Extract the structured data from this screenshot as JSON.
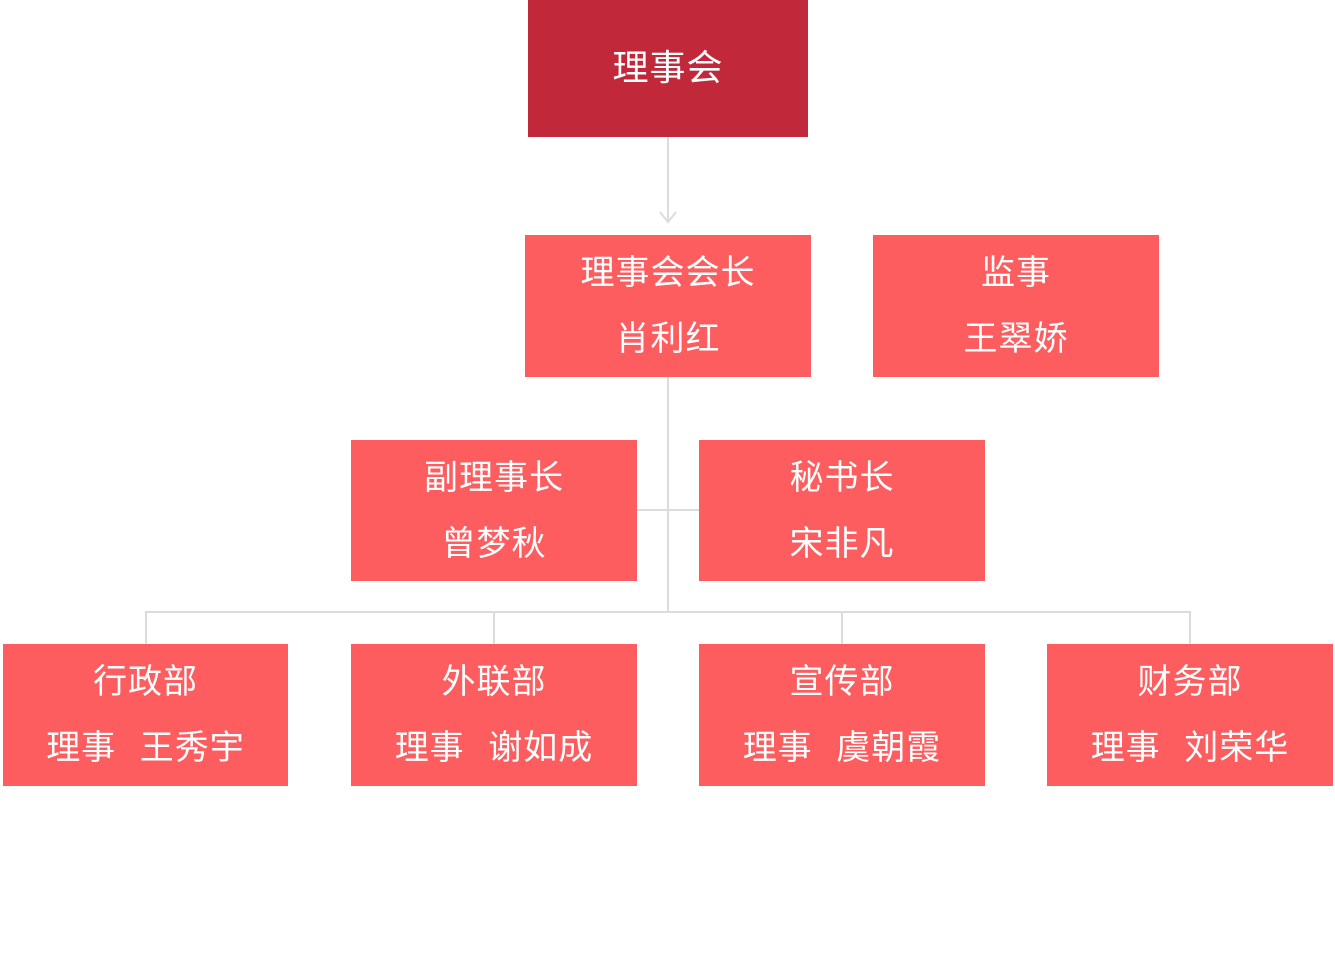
{
  "council": {
    "title": "理事会"
  },
  "president": {
    "title": "理事会会长",
    "name": "肖利红"
  },
  "supervisor": {
    "title": "监事",
    "name": "王翠娇"
  },
  "vice_president": {
    "title": "副理事长",
    "name": "曾梦秋"
  },
  "secretary_general": {
    "title": "秘书长",
    "name": "宋非凡"
  },
  "departments": [
    {
      "title": "行政部",
      "name": "理事  王秀宇"
    },
    {
      "title": "外联部",
      "name": "理事  谢如成"
    },
    {
      "title": "宣传部",
      "name": "理事  虞朝霞"
    },
    {
      "title": "财务部",
      "name": "理事  刘荣华"
    }
  ],
  "colors": {
    "council_fill": "#c1293b",
    "node_fill": "#fd5d5f",
    "text": "#ffffff",
    "connector": "#dcdcdc"
  }
}
